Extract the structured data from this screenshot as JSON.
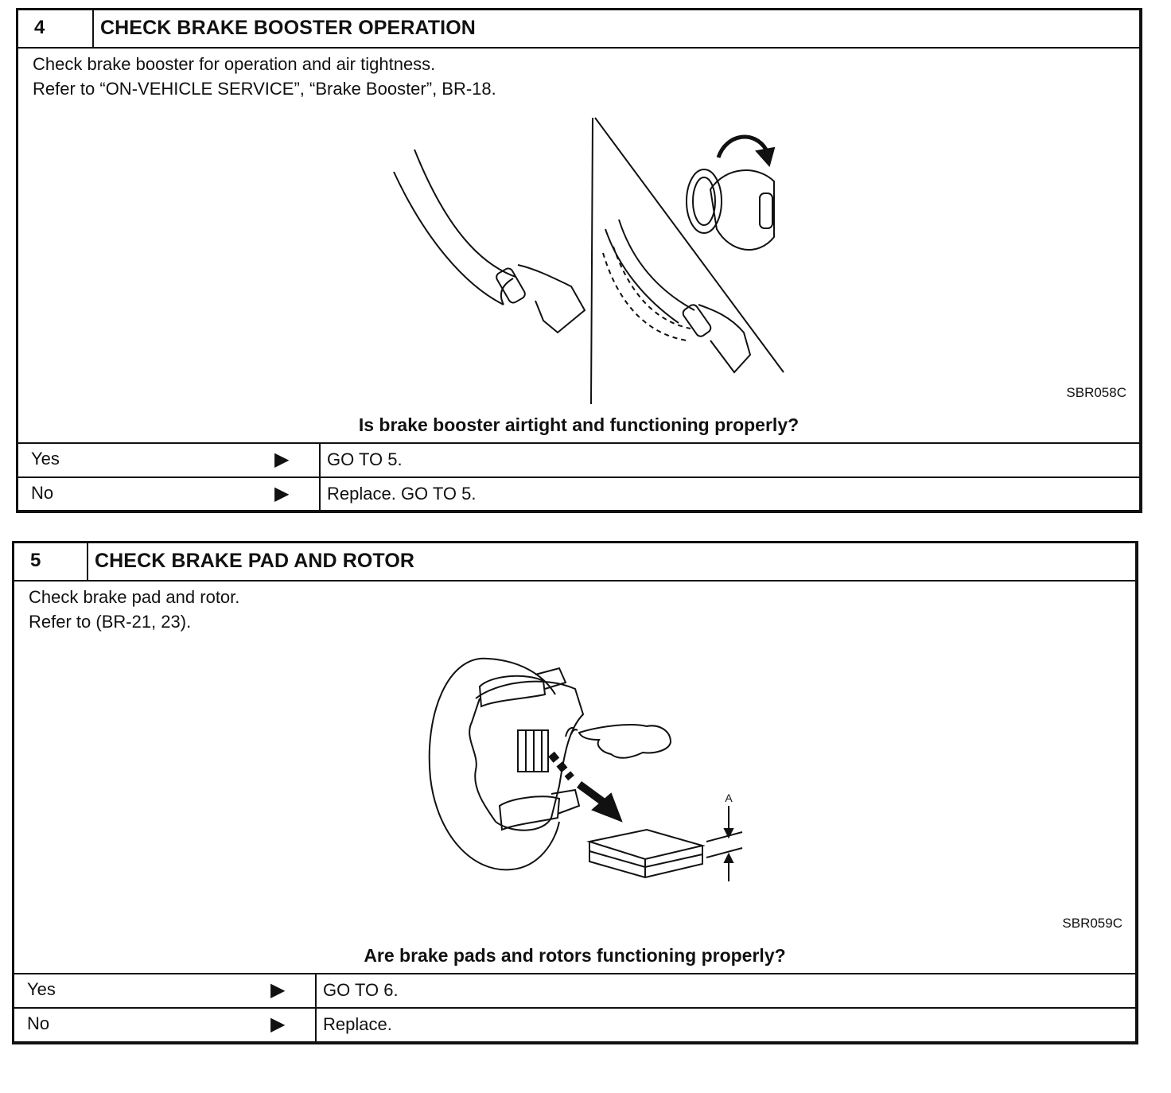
{
  "steps": [
    {
      "number": "4",
      "title": "CHECK BRAKE BOOSTER OPERATION",
      "instructions": [
        "Check brake booster for operation and air tightness.",
        "Refer to “ON-VEHICLE SERVICE”, “Brake Booster”, BR-18."
      ],
      "figure_code": "SBR058C",
      "question": "Is brake booster airtight and functioning properly?",
      "answers": [
        {
          "label": "Yes",
          "arrow": "▶",
          "action": "GO TO 5."
        },
        {
          "label": "No",
          "arrow": "▶",
          "action": "Replace. GO TO 5."
        }
      ]
    },
    {
      "number": "5",
      "title": "CHECK BRAKE PAD AND ROTOR",
      "instructions": [
        "Check brake pad and rotor.",
        "Refer to (BR-21, 23)."
      ],
      "figure_code": "SBR059C",
      "figure_label": "A",
      "question": "Are brake pads and rotors functioning properly?",
      "answers": [
        {
          "label": "Yes",
          "arrow": "▶",
          "action": "GO TO 6."
        },
        {
          "label": "No",
          "arrow": "▶",
          "action": "Replace."
        }
      ]
    }
  ]
}
